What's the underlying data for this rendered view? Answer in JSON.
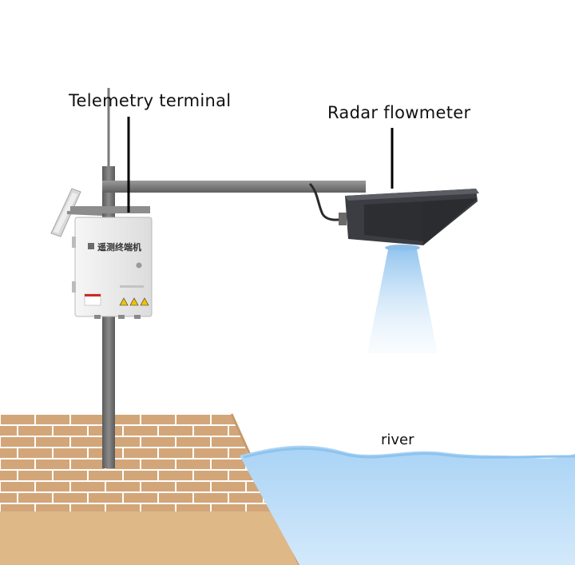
{
  "labels": {
    "telemetry_terminal": "Telemetry terminal",
    "radar_flowmeter": "Radar flowmeter",
    "river": "river"
  },
  "terminal_box": {
    "title": "遥测终端机"
  },
  "colors": {
    "pole": "#6f6f6f",
    "arm": "#808080",
    "cabinet": "#efefef",
    "radar_housing": "#3b3d42",
    "beam": "#9cc8ee",
    "brick": "#d2a679",
    "mortar": "#ffffff",
    "soil": "#deb887",
    "water_top": "#a9d3f5",
    "water_bottom": "#d3e9fb"
  }
}
